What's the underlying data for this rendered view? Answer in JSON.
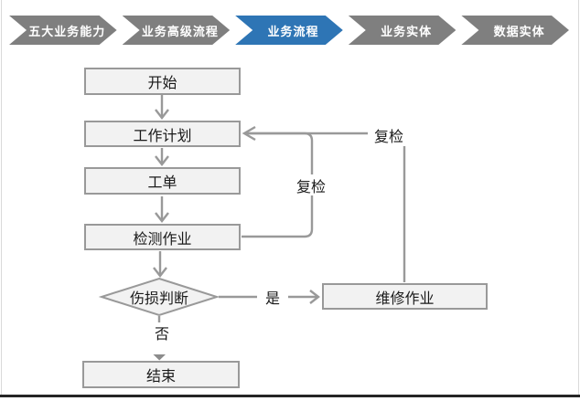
{
  "colors": {
    "chevron_gray": "#7f7f7f",
    "chevron_active": "#2e75b5",
    "chevron_text": "#ffffff",
    "node_fill": "#f2f2f2",
    "node_border": "#999999",
    "connector": "#999999",
    "text": "#1a1a1a",
    "frame_side": "#d9d9d9",
    "frame_bottom": "#262626"
  },
  "breadcrumb": {
    "items": [
      {
        "label": "五大业务能力",
        "active": false
      },
      {
        "label": "业务高级流程",
        "active": false
      },
      {
        "label": "业务流程",
        "active": true
      },
      {
        "label": "业务实体",
        "active": false
      },
      {
        "label": "数据实体",
        "active": false
      }
    ]
  },
  "flowchart": {
    "nodes": [
      {
        "id": "start",
        "label": "开始",
        "shape": "rect"
      },
      {
        "id": "plan",
        "label": "工作计划",
        "shape": "rect"
      },
      {
        "id": "order",
        "label": "工单",
        "shape": "rect"
      },
      {
        "id": "inspect",
        "label": "检测作业",
        "shape": "rect"
      },
      {
        "id": "judge",
        "label": "伤损判断",
        "shape": "diamond"
      },
      {
        "id": "end",
        "label": "结束",
        "shape": "rect"
      },
      {
        "id": "repair",
        "label": "维修作业",
        "shape": "rect"
      }
    ],
    "edge_labels": {
      "recheck_loop": "复检",
      "recheck_outer": "复检",
      "yes": "是",
      "no": "否"
    }
  }
}
